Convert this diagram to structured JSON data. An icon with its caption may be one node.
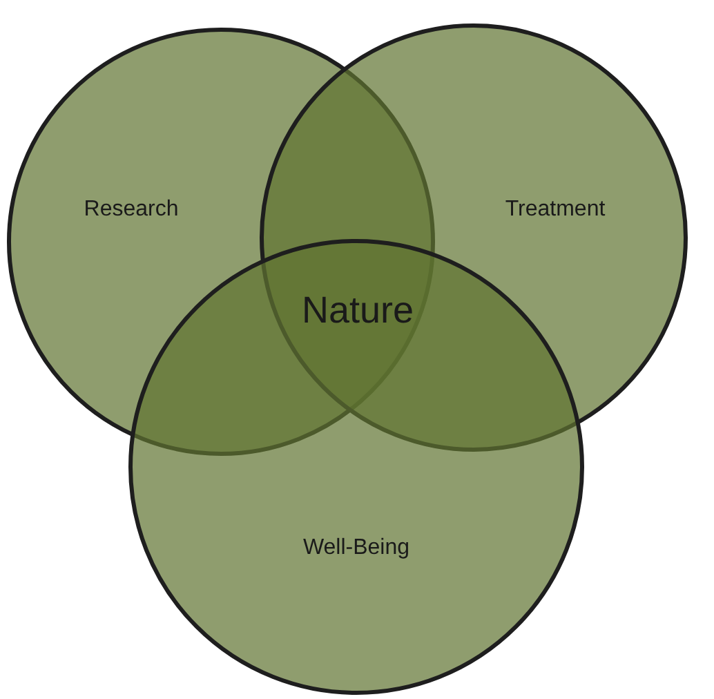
{
  "diagram": {
    "nodes": [
      {
        "text": [
          "Research"
        ]
      },
      {
        "text": [
          "Treatment"
        ]
      },
      {
        "text": [
          "Well-Being"
        ]
      }
    ],
    "labels": [
      "Nature"
    ]
  }
}
